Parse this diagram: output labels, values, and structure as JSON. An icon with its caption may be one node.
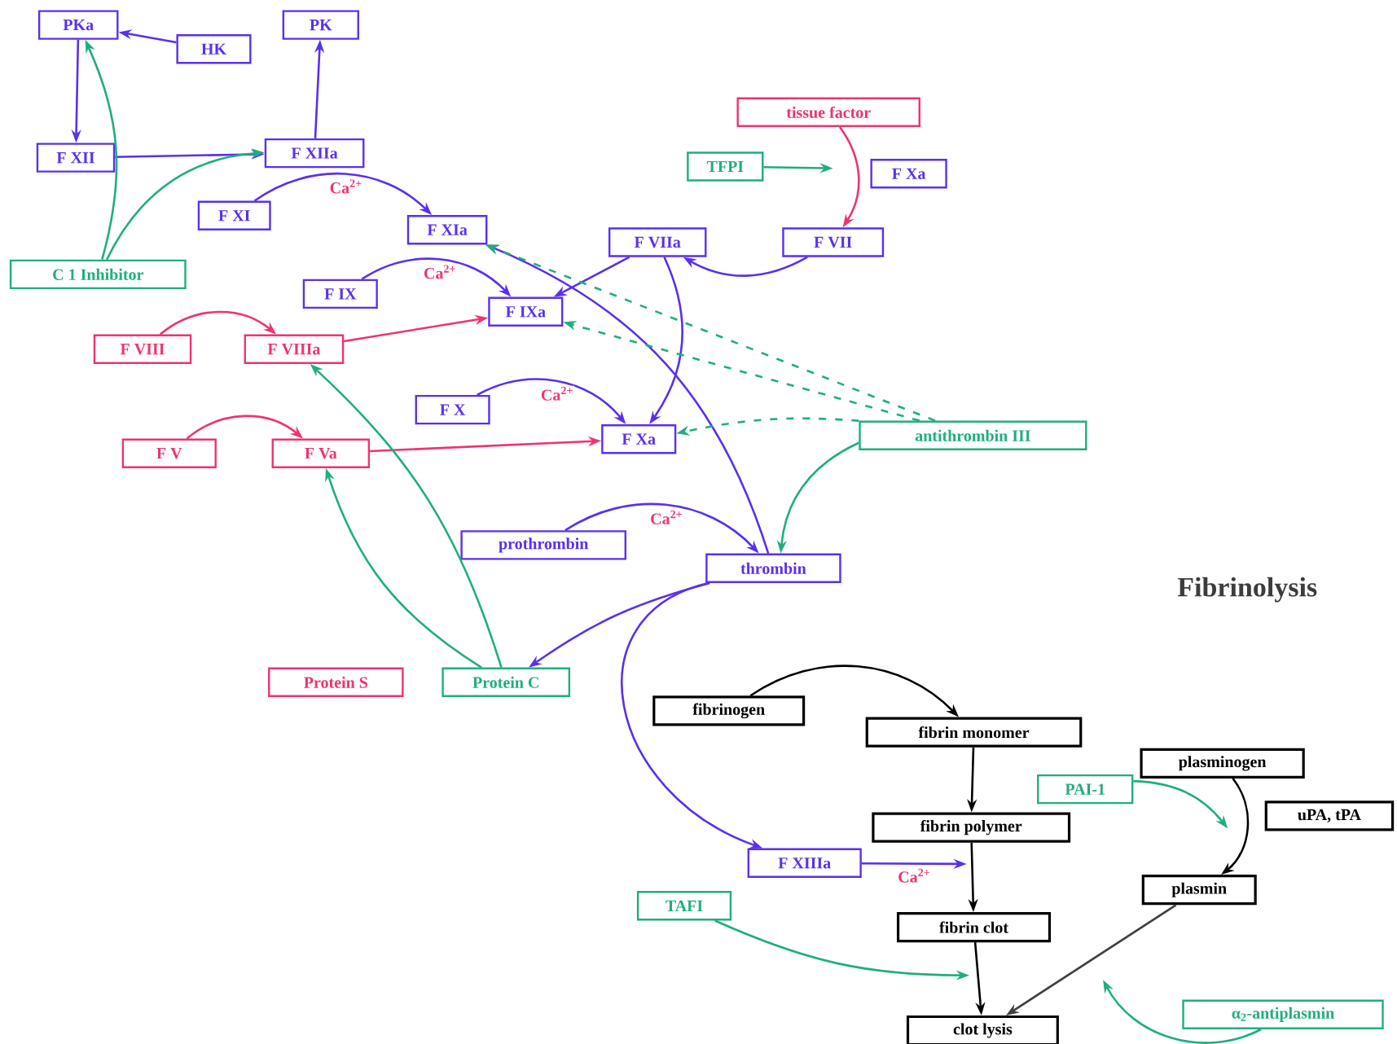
{
  "diagram": {
    "nodes": [
      {
        "text": [
          "PKa"
        ]
      },
      {
        "text": [
          "HK"
        ]
      },
      {
        "text": [
          "PK"
        ]
      },
      {
        "text": [
          "F XII"
        ]
      },
      {
        "text": [
          "F XIIa"
        ]
      },
      {
        "text": [
          "F XI"
        ]
      },
      {
        "text": [
          "F XIa"
        ]
      },
      {
        "text": [
          "C 1 Inhibitor"
        ]
      },
      {
        "text": [
          "tissue factor"
        ]
      },
      {
        "text": [
          "TFPI"
        ]
      },
      {
        "text": [
          "F Xa"
        ]
      },
      {
        "text": [
          "F VIIa"
        ]
      },
      {
        "text": [
          "F VII"
        ]
      },
      {
        "text": [
          "F IX"
        ]
      },
      {
        "text": [
          "F IXa"
        ]
      },
      {
        "text": [
          "F VIII"
        ]
      },
      {
        "text": [
          "F VIIIa"
        ]
      },
      {
        "text": [
          "F X"
        ]
      },
      {
        "text": [
          "F Xa"
        ]
      },
      {
        "text": [
          "antithrombin III"
        ]
      },
      {
        "text": [
          "F V"
        ]
      },
      {
        "text": [
          "F Va"
        ]
      },
      {
        "text": [
          "prothrombin"
        ]
      },
      {
        "text": [
          "thrombin"
        ]
      },
      {
        "text": [
          "Protein S"
        ]
      },
      {
        "text": [
          "Protein C"
        ]
      },
      {
        "text": [
          "fibrinogen"
        ]
      },
      {
        "text": [
          "fibrin monomer"
        ]
      },
      {
        "text": [
          "plasminogen"
        ]
      },
      {
        "text": [
          "PAI-1"
        ]
      },
      {
        "text": [
          "uPA, tPA"
        ]
      },
      {
        "text": [
          "fibrin polymer"
        ]
      },
      {
        "text": [
          "F XIIIa"
        ]
      },
      {
        "text": [
          "plasmin"
        ]
      },
      {
        "text": [
          "TAFI"
        ]
      },
      {
        "text": [
          "fibrin clot"
        ]
      },
      {
        "text": [
          "α$_{2}$-antiplasmin"
        ]
      },
      {
        "text": [
          "clot lysis"
        ]
      }
    ],
    "edges": [
      {
        "from": 1,
        "to": 0,
        "arrow": "to"
      },
      {
        "from": 0,
        "to": 3,
        "arrow": "to"
      },
      {
        "from": 3,
        "to": 4,
        "arrow": "to"
      },
      {
        "from": 4,
        "to": 2,
        "arrow": "to"
      },
      {
        "from": 7,
        "to": 0,
        "arrow": "to",
        "color": "#1fae7e"
      },
      {
        "from": 7,
        "to": 4,
        "arrow": "to",
        "color": "#1fae7e"
      },
      {
        "from": 5,
        "to": 6,
        "arrow": "to",
        "label": "Ca$^{2+}$"
      },
      {
        "from": 13,
        "to": 14,
        "arrow": "to",
        "label": "Ca$^{2+}$"
      },
      {
        "from": 11,
        "to": 14,
        "arrow": "to"
      },
      {
        "from": 23,
        "to": 6,
        "arrow": "to"
      },
      {
        "from": 11,
        "to": 18,
        "arrow": "to"
      },
      {
        "from": 12,
        "to": 11,
        "arrow": "to"
      },
      {
        "from": 8,
        "to": 12,
        "arrow": "to",
        "color": "#f0336e"
      },
      {
        "from": 9,
        "to": null,
        "arrow": "to",
        "color": "#1fae7e"
      },
      {
        "from": 15,
        "to": 16,
        "arrow": "to",
        "color": "#f0336e"
      },
      {
        "from": 16,
        "to": 14,
        "arrow": "to",
        "color": "#f0336e"
      },
      {
        "from": 20,
        "to": 21,
        "arrow": "to",
        "color": "#f0336e"
      },
      {
        "from": 21,
        "to": 18,
        "arrow": "to",
        "color": "#f0336e"
      },
      {
        "from": 17,
        "to": 18,
        "arrow": "to",
        "label": "Ca$^{2+}$"
      },
      {
        "from": 19,
        "to": 6,
        "arrow": "to",
        "style": "dashed",
        "color": "#1fae7e"
      },
      {
        "from": 19,
        "to": 14,
        "arrow": "to",
        "style": "dashed",
        "color": "#1fae7e"
      },
      {
        "from": 19,
        "to": 18,
        "arrow": "to",
        "style": "dashed",
        "color": "#1fae7e"
      },
      {
        "from": 19,
        "to": 23,
        "arrow": "to",
        "color": "#1fae7e"
      },
      {
        "from": 22,
        "to": 23,
        "arrow": "to",
        "label": "Ca$^{2+}$"
      },
      {
        "from": 23,
        "to": 25,
        "arrow": "to"
      },
      {
        "from": 23,
        "to": 32,
        "arrow": "to"
      },
      {
        "from": 25,
        "to": 16,
        "arrow": "to",
        "color": "#1fae7e"
      },
      {
        "from": 25,
        "to": 21,
        "arrow": "to",
        "color": "#1fae7e"
      },
      {
        "from": 26,
        "to": 27,
        "arrow": "to",
        "color": "#000000"
      },
      {
        "from": 27,
        "to": 31,
        "arrow": "to",
        "color": "#000000"
      },
      {
        "from": 32,
        "to": null,
        "arrow": "to",
        "label": "Ca$^{2+}$"
      },
      {
        "from": 31,
        "to": 35,
        "arrow": "to",
        "color": "#000000"
      },
      {
        "from": 35,
        "to": 37,
        "arrow": "to",
        "color": "#000000"
      },
      {
        "from": 28,
        "to": 33,
        "arrow": "to",
        "color": "#000000"
      },
      {
        "from": 29,
        "to": null,
        "arrow": "to",
        "color": "#1fae7e"
      },
      {
        "from": 33,
        "to": 37,
        "arrow": "to",
        "color": "#404040"
      },
      {
        "from": 34,
        "to": null,
        "arrow": "to",
        "color": "#1fae7e"
      },
      {
        "from": 36,
        "to": null,
        "arrow": "to",
        "color": "#1fae7e"
      }
    ],
    "labels": [
      "Fibrinolysis"
    ]
  }
}
